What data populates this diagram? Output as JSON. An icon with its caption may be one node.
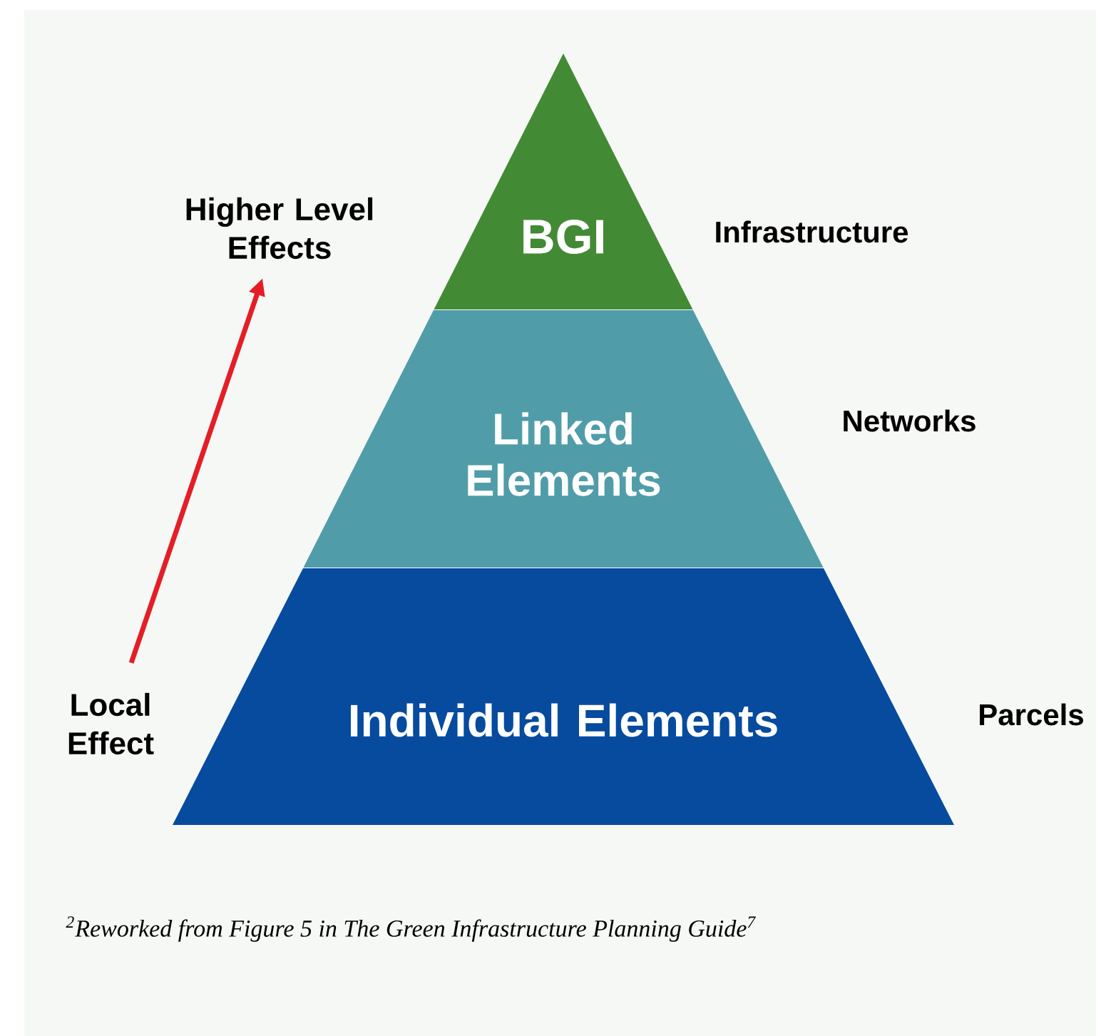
{
  "diagram": {
    "caption": "$^{2}$Reworked from Figure 5 in The Green Infrastructure Planning Guide$^{7}$",
    "nodes": [
      {
        "text": [
          "BGI"
        ],
        "beside": [
          "Infrastructure"
        ]
      },
      {
        "text": [
          "Linked Elements"
        ],
        "beside": [
          "Networks"
        ]
      },
      {
        "text": [
          "Individual Elements"
        ],
        "beside": [
          "Parcels"
        ]
      },
      {
        "text": [
          "Local Effect"
        ]
      },
      {
        "text": [
          "Higher Level Effects"
        ]
      }
    ],
    "edges": [
      {
        "from": 3,
        "to": 4,
        "arrow": "to",
        "color": "#e41e26"
      }
    ]
  }
}
